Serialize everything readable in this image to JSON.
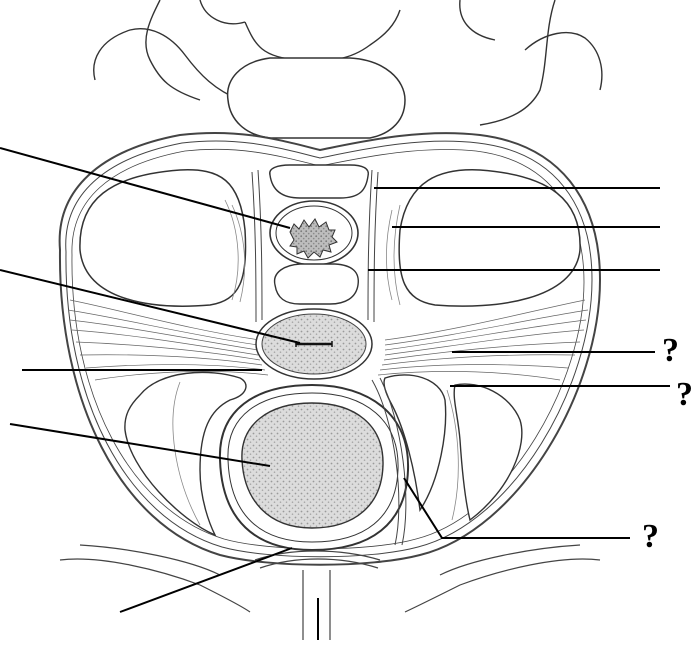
{
  "diagram": {
    "colors": {
      "outline": "#222222",
      "organ_fill": "#d9d9d9",
      "stipple": "#bcbcbc",
      "background": "#ffffff"
    },
    "question_marks": [
      {
        "id": "q1",
        "text": "?"
      },
      {
        "id": "q2",
        "text": "?"
      },
      {
        "id": "q3",
        "text": "?"
      }
    ]
  }
}
